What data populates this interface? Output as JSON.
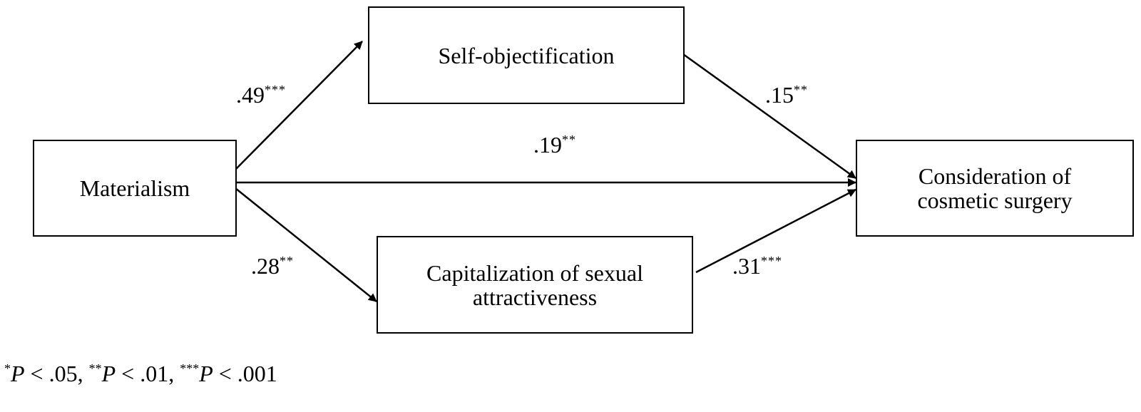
{
  "nodes": {
    "materialism": "Materialism",
    "self_objectification": "Self-objectification",
    "capitalization": "Capitalization of sexual attractiveness",
    "consideration": "Consideration of cosmetic surgery"
  },
  "paths": {
    "materialism_to_self_objectification": {
      "value": ".49",
      "stars": "***"
    },
    "self_objectification_to_consideration": {
      "value": ".15",
      "stars": "**"
    },
    "materialism_to_consideration": {
      "value": ".19",
      "stars": "**"
    },
    "materialism_to_capitalization": {
      "value": ".28",
      "stars": "**"
    },
    "capitalization_to_consideration": {
      "value": ".31",
      "stars": "***"
    }
  },
  "footnote": {
    "s1": "*",
    "p1": "P",
    "t1": " < .05, ",
    "s2": "**",
    "p2": "P",
    "t2": " < .01, ",
    "s3": "***",
    "p3": "P",
    "t3": " < .001"
  }
}
